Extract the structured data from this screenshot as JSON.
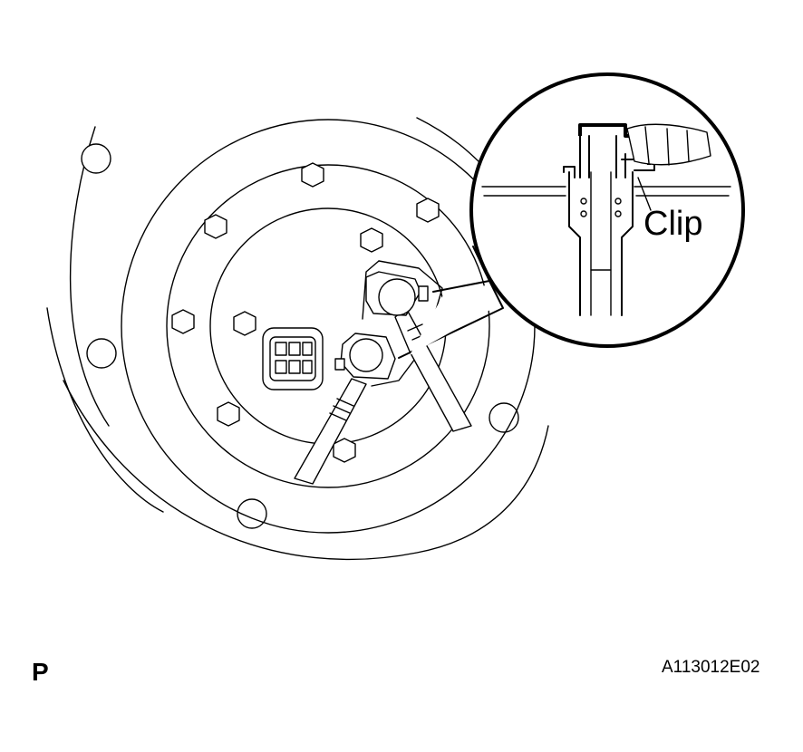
{
  "labels": {
    "clip": "Clip",
    "view_letter": "P",
    "figure_code": "A113012E02"
  },
  "icons": [
    "fuel-pump-flange-drawing",
    "connector-icon",
    "hose-clip-detail-icon"
  ]
}
